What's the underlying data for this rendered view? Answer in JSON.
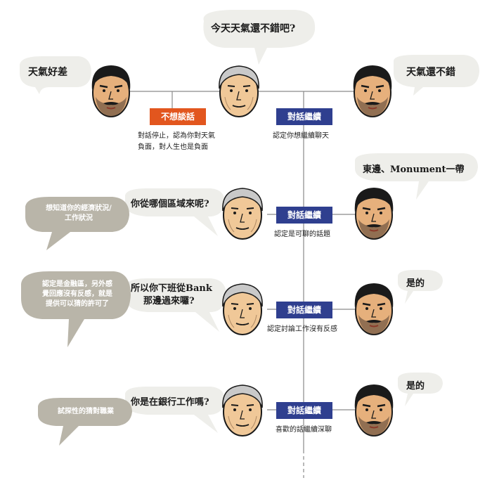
{
  "colors": {
    "continue_tag": "#2f3f8f",
    "stop_tag": "#e2561e",
    "speech_bubble": "#eeeeea",
    "thought_bubble": "#b9b5a9",
    "line": "#8a8a8a"
  },
  "top": {
    "question": "今天天氣還不錯吧?",
    "left_reply": "天氣好差",
    "right_reply": "天氣還不錯",
    "stop_tag": "不想談話",
    "stop_note": [
      "對話停止，認為你對天氣",
      "負面，對人生也是負面"
    ],
    "continue_tag": "對話繼續",
    "continue_note": "認定你想繼續聊天"
  },
  "rows": [
    {
      "question": "你從哪個區域來呢?",
      "thought": [
        "想知道你的經濟狀況/",
        "工作狀況"
      ],
      "reply": "東邊、Monument一帶",
      "tag": "對話繼續",
      "note": "認定是可聊的話題"
    },
    {
      "question": [
        "所以你下班從Bank",
        "那邊過來囉?"
      ],
      "thought": [
        "認定是金融區，另外感",
        "覺回應沒有反感，就是",
        "提供可以猜的許可了"
      ],
      "reply": "是的",
      "tag": "對話繼續",
      "note": "認定討論工作沒有反感"
    },
    {
      "question": "你是在銀行工作嗎?",
      "thought": [
        "試探性的猜對職業"
      ],
      "reply": "是的",
      "tag": "對話繼續",
      "note": "喜歡的話繼續深聊"
    }
  ],
  "icons": {
    "old_man": "older-man-face-icon",
    "young_man": "bearded-man-face-icon"
  }
}
